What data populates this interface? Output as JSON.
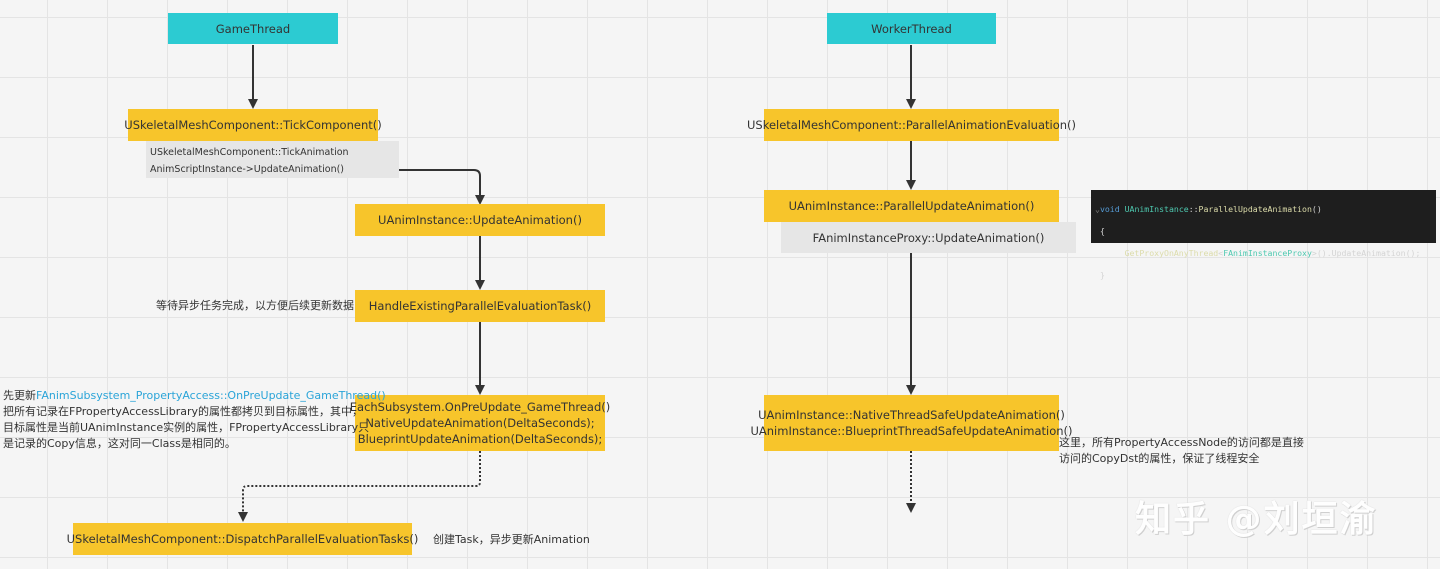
{
  "threads": {
    "game": "GameThread",
    "worker": "WorkerThread"
  },
  "left": {
    "tick_component": "USkeletalMeshComponent::TickComponent()",
    "sub_1": "USkeletalMeshComponent::TickAnimation",
    "sub_2": "AnimScriptInstance->UpdateAnimation()",
    "update_animation": "UAnimInstance::UpdateAnimation()",
    "handle_task": "HandleExistingParallelEvaluationTask()",
    "pre_update_line1": "EachSubsystem.OnPreUpdate_GameThread()",
    "pre_update_line2": "NativeUpdateAnimation(DeltaSeconds);",
    "pre_update_line3": "BlueprintUpdateAnimation(DeltaSeconds);",
    "dispatch": "USkeletalMeshComponent::DispatchParallelEvaluationTasks()"
  },
  "right": {
    "parallel_eval": "USkeletalMeshComponent::ParallelAnimationEvaluation()",
    "parallel_update": "UAnimInstance::ParallelUpdateAnimation()",
    "proxy_update": "FAnimInstanceProxy::UpdateAnimation()",
    "threadsafe_line1": "UAnimInstance::NativeThreadSafeUpdateAnimation()",
    "threadsafe_line2": "UAnimInstance::BlueprintThreadSafeUpdateAnimation()"
  },
  "notes": {
    "wait_task": "等待异步任务完成，以方便后续更新数据",
    "pre_update_prefix": "先更新",
    "pre_update_link": "FAnimSubsystem_PropertyAccess::OnPreUpdate_GameThread()",
    "pre_update_l2": "把所有记录在FPropertyAccessLibrary的属性都拷贝到目标属性，其中，",
    "pre_update_l3": "目标属性是当前UAnimInstance实例的属性，FPropertyAccessLibrary只",
    "pre_update_l4": "是记录的Copy信息，这对同一Class是相同的。",
    "create_task": "创建Task，异步更新Animation",
    "threadsafe_l1": "这里，所有PropertyAccessNode的访问都是直接",
    "threadsafe_l2": "访问的CopyDst的属性，保证了线程安全"
  },
  "code": {
    "keyword": "void",
    "class_name": "UAnimInstance",
    "method": "ParallelUpdateAnimation",
    "signature_tail": "()",
    "open_brace": "{",
    "call_fn": "GetProxyOnAnyThread",
    "call_type": "FAnimInstanceProxy",
    "call_tail": "().UpdateAnimation();",
    "close_brace": "}"
  },
  "watermark": "知乎 @刘垣渝",
  "colors": {
    "thread_box": "#2ccbd2",
    "step_box": "#f7c52b",
    "detail_box": "#e6e6e6",
    "arrow": "#333333",
    "link_text": "#2aa4d8",
    "code_bg": "#1e1e1e"
  }
}
